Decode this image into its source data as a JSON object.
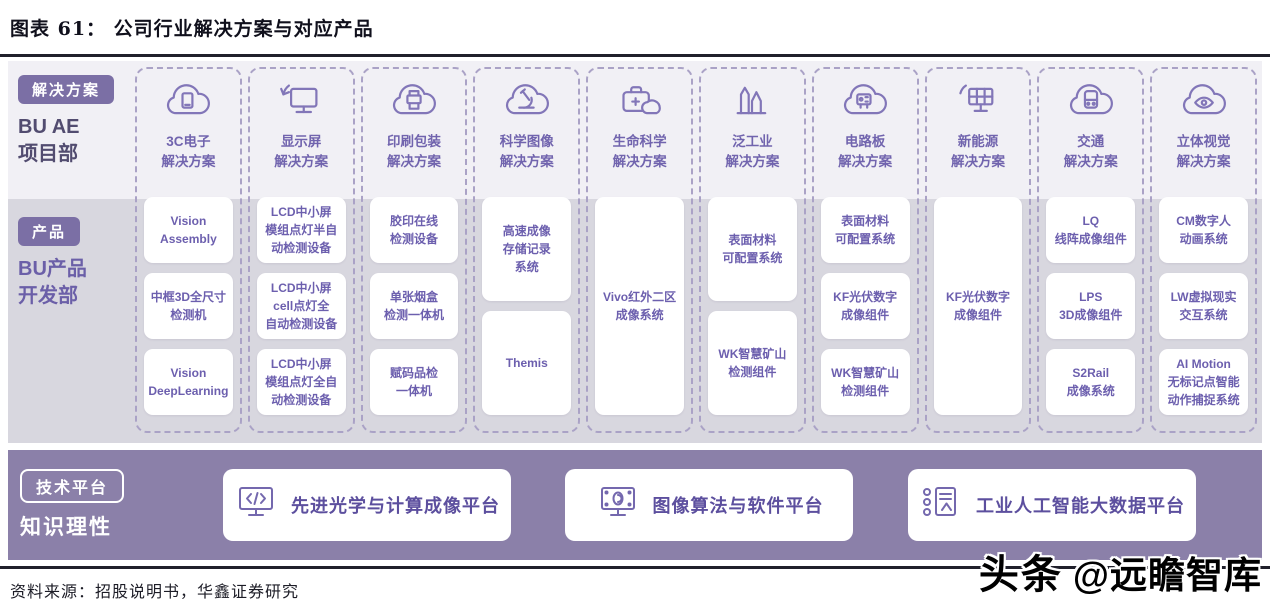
{
  "title": "图表 61： 公司行业解决方案与对应产品",
  "colors": {
    "accent_purple": "#7164ae",
    "badge_purple": "#7b6fa5",
    "light_band": "#f1f0f5",
    "gray_band": "#d8d7df",
    "platform_band": "#8b80a9"
  },
  "diagram": {
    "solutions_section": {
      "badge": "解决方案",
      "dept": "BU AE\n项目部"
    },
    "products_section": {
      "badge": "产品",
      "dept": "BU产品\n开发部"
    },
    "columns": [
      {
        "solution": "3C电子\n解决方案",
        "icon": "cloud-device-icon",
        "products": [
          "Vision\nAssembly",
          "中框3D全尺寸\n检测机",
          "Vision\nDeepLearning"
        ]
      },
      {
        "solution": "显示屏\n解决方案",
        "icon": "monitor-rotate-icon",
        "products": [
          "LCD中小屏\n模组点灯半自\n动检测设备",
          "LCD中小屏\ncell点灯全\n自动检测设备",
          "LCD中小屏\n模组点灯全自\n动检测设备"
        ]
      },
      {
        "solution": "印刷包装\n解决方案",
        "icon": "cloud-printer-icon",
        "products": [
          "胶印在线\n检测设备",
          "单张烟盒\n检测一体机",
          "赋码品检\n一体机"
        ]
      },
      {
        "solution": "科学图像\n解决方案",
        "icon": "cloud-microscope-icon",
        "products": [
          "高速成像\n存储记录\n系统",
          "Themis"
        ]
      },
      {
        "solution": "生命科学\n解决方案",
        "icon": "medical-case-cloud-icon",
        "products": [
          "Vivo红外二区\n成像系统"
        ]
      },
      {
        "solution": "泛工业\n解决方案",
        "icon": "factory-icon",
        "products": [
          "表面材料\n可配置系统",
          "WK智慧矿山\n检测组件"
        ]
      },
      {
        "solution": "电路板\n解决方案",
        "icon": "cloud-circuit-icon",
        "products": [
          "表面材料\n可配置系统",
          "KF光伏数字\n成像组件",
          "WK智慧矿山\n检测组件"
        ]
      },
      {
        "solution": "新能源\n解决方案",
        "icon": "solar-panel-icon",
        "products": [
          "KF光伏数字\n成像组件"
        ]
      },
      {
        "solution": "交通\n解决方案",
        "icon": "cloud-train-icon",
        "products": [
          "LQ\n线阵成像组件",
          "LPS\n3D成像组件",
          "S2Rail\n成像系统"
        ]
      },
      {
        "solution": "立体视觉\n解决方案",
        "icon": "cloud-eye-icon",
        "products": [
          "CM数字人\n动画系统",
          "LW虚拟现实\n交互系统",
          "AI Motion\n无标记点智能\n动作捕捉系统"
        ]
      }
    ],
    "platform_section": {
      "badge": "技术平台",
      "dept": "知识理性",
      "platforms": [
        {
          "label": "先进光学与计算成像平台",
          "icon": "monitor-code-icon"
        },
        {
          "label": "图像算法与软件平台",
          "icon": "monitor-algorithm-icon"
        },
        {
          "label": "工业人工智能大数据平台",
          "icon": "ai-bigdata-icon"
        }
      ]
    }
  },
  "footer": "资料来源：招股说明书，华鑫证券研究",
  "watermark": {
    "brand": "头条",
    "handle": "@远瞻智库"
  }
}
